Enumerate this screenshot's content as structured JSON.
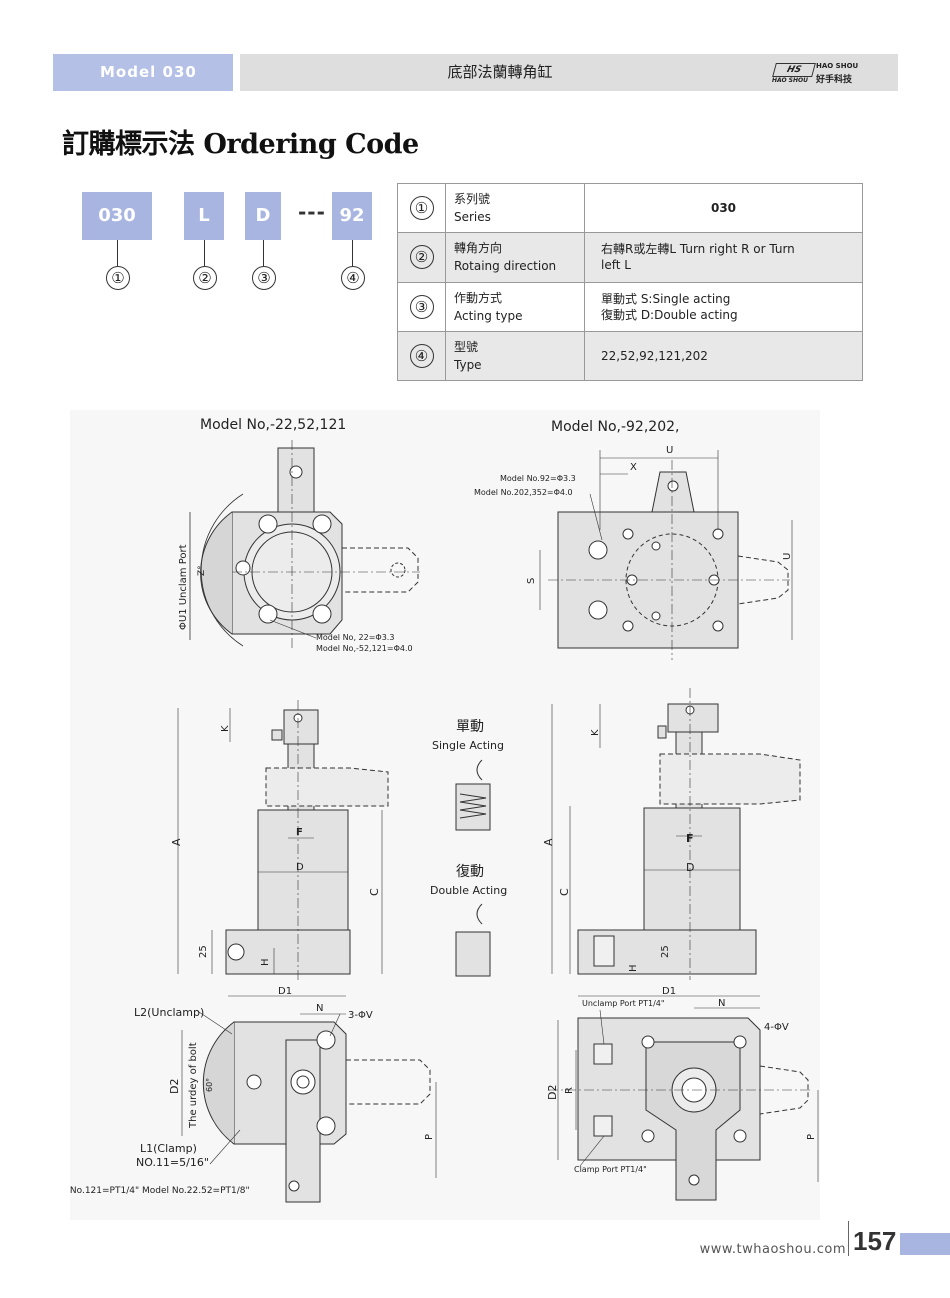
{
  "header": {
    "model_label": "Model  030",
    "title": "底部法蘭轉角缸",
    "logo_mark": "HS",
    "logo_en": "HAO SHOU",
    "logo_sub": "HAO SHOU",
    "logo_cn": "好手科技"
  },
  "page_title": "訂購標示法 Ordering Code",
  "ordering_code": {
    "parts": [
      "030",
      "L",
      "D",
      "92"
    ],
    "separator": "---",
    "numbers": [
      "①",
      "②",
      "③",
      "④"
    ]
  },
  "spec_table": [
    {
      "num": "①",
      "label_cn": "系列號",
      "label_en": "Series",
      "value_1": "030",
      "value_2": ""
    },
    {
      "num": "②",
      "label_cn": "轉角方向",
      "label_en": "Rotaing direction",
      "value_1": "右轉R或左轉L Turn right R or Turn",
      "value_2": "left L"
    },
    {
      "num": "③",
      "label_cn": "作動方式",
      "label_en": "Acting type",
      "value_1": "單動式   S:Single acting",
      "value_2": "復動式   D:Double acting"
    },
    {
      "num": "④",
      "label_cn": "型號",
      "label_en": "Type",
      "value_1": "22,52,92,121,202",
      "value_2": ""
    }
  ],
  "drawing": {
    "model_left": "Model No,-22,52,121",
    "model_right": "Model No,-92,202,",
    "note_92": "Model No.92=Φ3.3",
    "note_202": "Model No.202,352=Φ4.0",
    "note_22": "Model No,  22=Φ3.3",
    "note_52": "Model No,-52,121=Φ4.0",
    "u1_label": "ΦU1 Unclam Port",
    "z_label": "Z°",
    "label_U": "U",
    "label_X": "X",
    "label_S": "S",
    "label_K": "K",
    "label_A": "A",
    "label_C": "C",
    "label_F": "F",
    "label_D": "D",
    "label_H": "H",
    "label_25": "25",
    "single_cn": "單動",
    "single_en": "Single Acting",
    "double_cn": "復動",
    "double_en": "Double Acting",
    "label_D1": "D1",
    "label_N": "N",
    "label_3V": "3-ΦV",
    "label_4V": "4-ΦV",
    "l2": "L2(Unclamp)",
    "l1": "L1(Clamp)",
    "l1_no": "NO.11=5/16\"",
    "label_D2": "D2",
    "label_R": "R",
    "label_P": "P",
    "label_60": "60°",
    "bolt": "The urdey of bolt",
    "unclamp_port": "Unclamp Port PT1/4\"",
    "clamp_port": "Clamp Port PT1/4\"",
    "bottom_note": "Model No.121=PT1/4\"  Model No.22.52=PT1/8\""
  },
  "footer": {
    "url": "www.twhaoshou.com",
    "page": "157"
  },
  "colors": {
    "accent": "#a9b5e1",
    "header_bar": "#dedede",
    "body_fill": "#e0e0e0"
  }
}
